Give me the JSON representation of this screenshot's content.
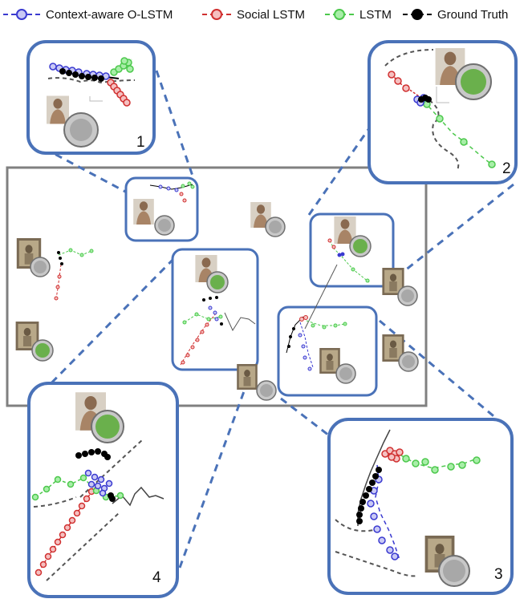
{
  "legend": [
    {
      "label": "Context-aware O-LSTM",
      "color": "#3a3ad0",
      "fill": "#c9c9f5"
    },
    {
      "label": "Social LSTM",
      "color": "#d03030",
      "fill": "#f5c0c0"
    },
    {
      "label": "LSTM",
      "color": "#4cc84c",
      "fill": "#a8eea8"
    },
    {
      "label": "Ground Truth",
      "color": "#000000",
      "fill": "#000000"
    }
  ],
  "zoom_labels": [
    "1",
    "2",
    "3",
    "4"
  ],
  "colors": {
    "panel_border": "#4a72b8",
    "main_border": "#808080",
    "target_active": "#6ab04c",
    "target_inactive": "#a8a8a8",
    "connector": "#4a72b8"
  }
}
